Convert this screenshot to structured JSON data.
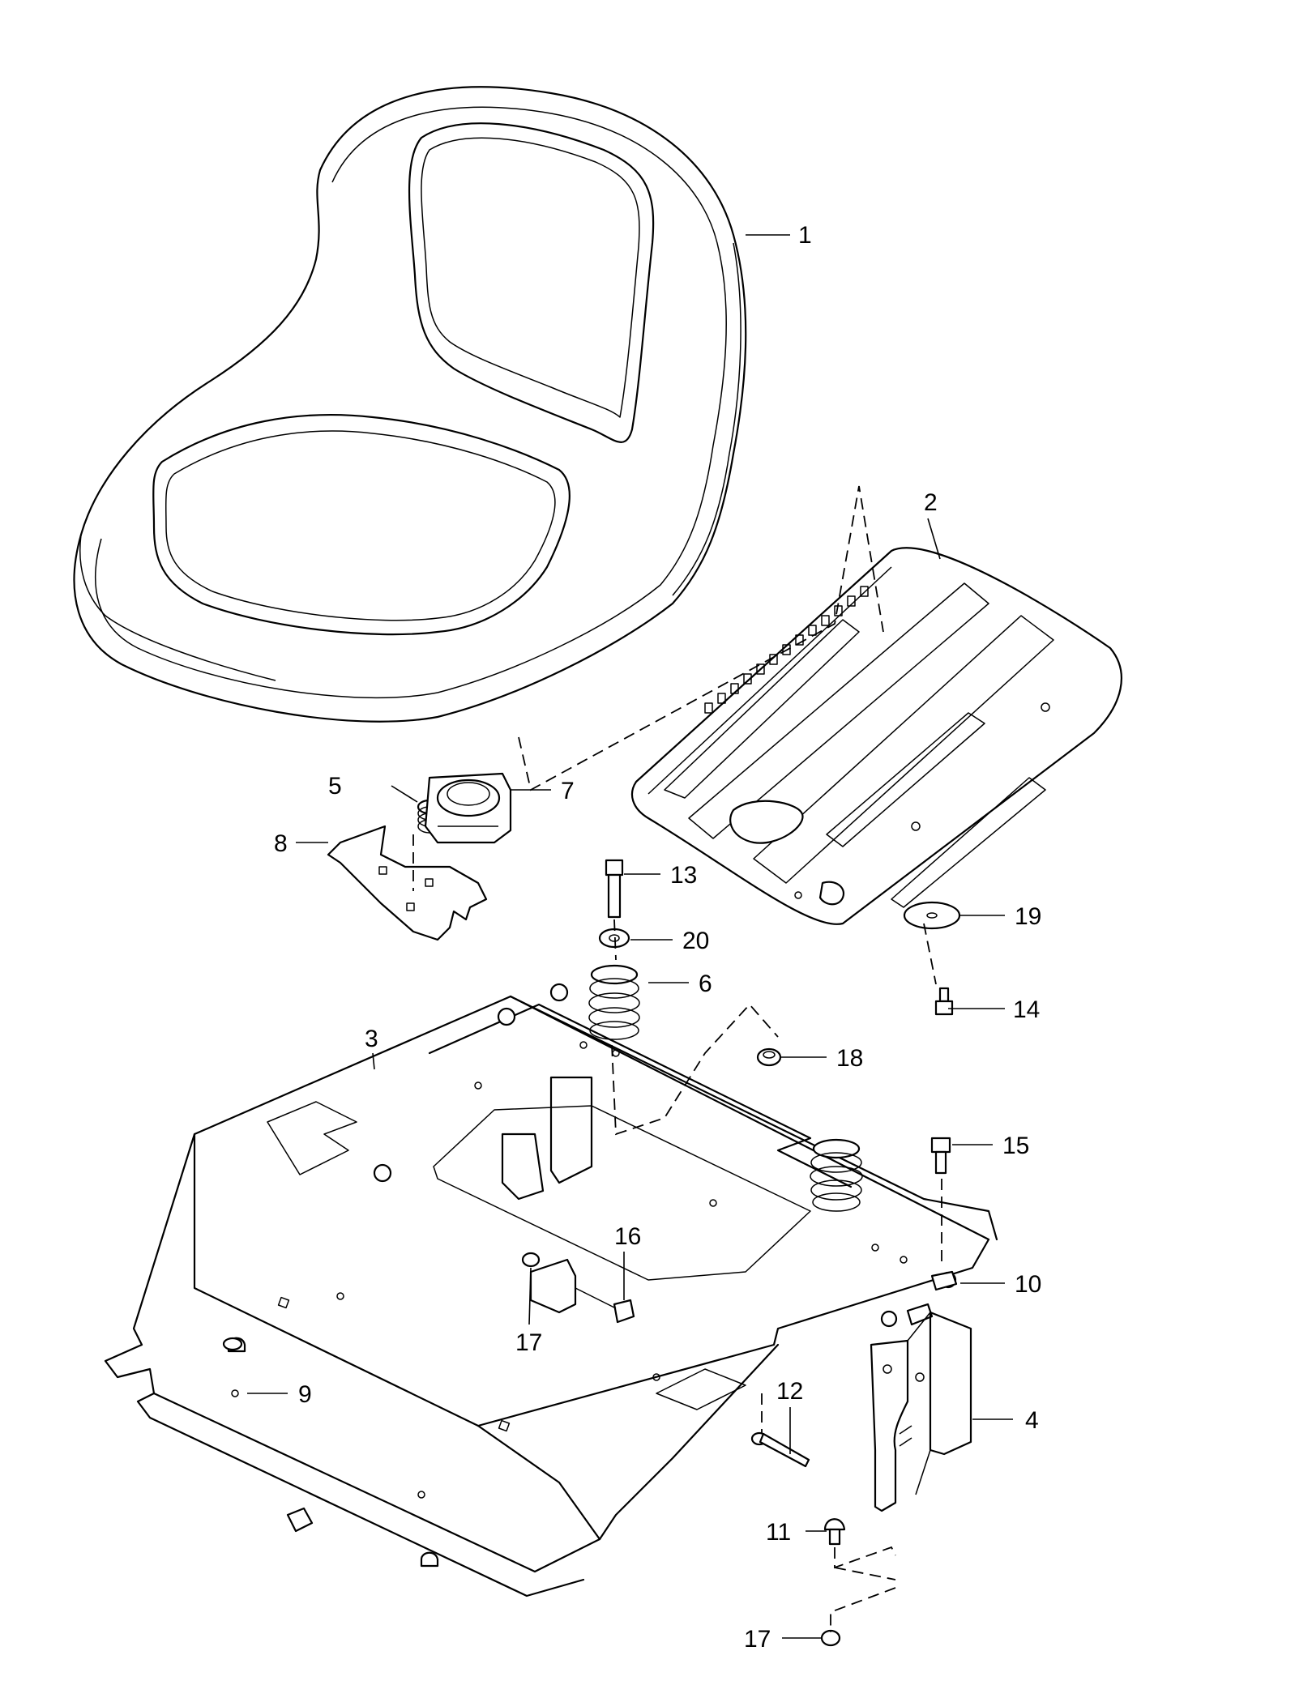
{
  "callouts": [
    {
      "id": "c1",
      "label": "1"
    },
    {
      "id": "c2",
      "label": "2"
    },
    {
      "id": "c3",
      "label": "3"
    },
    {
      "id": "c4",
      "label": "4"
    },
    {
      "id": "c5",
      "label": "5"
    },
    {
      "id": "c6",
      "label": "6"
    },
    {
      "id": "c7",
      "label": "7"
    },
    {
      "id": "c8",
      "label": "8"
    },
    {
      "id": "c9",
      "label": "9"
    },
    {
      "id": "c10",
      "label": "10"
    },
    {
      "id": "c11",
      "label": "11"
    },
    {
      "id": "c12",
      "label": "12"
    },
    {
      "id": "c13",
      "label": "13"
    },
    {
      "id": "c14",
      "label": "14"
    },
    {
      "id": "c15",
      "label": "15"
    },
    {
      "id": "c16",
      "label": "16"
    },
    {
      "id": "c17a",
      "label": "17"
    },
    {
      "id": "c17b",
      "label": "17"
    },
    {
      "id": "c18",
      "label": "18"
    },
    {
      "id": "c19",
      "label": "19"
    },
    {
      "id": "c20",
      "label": "20"
    }
  ]
}
